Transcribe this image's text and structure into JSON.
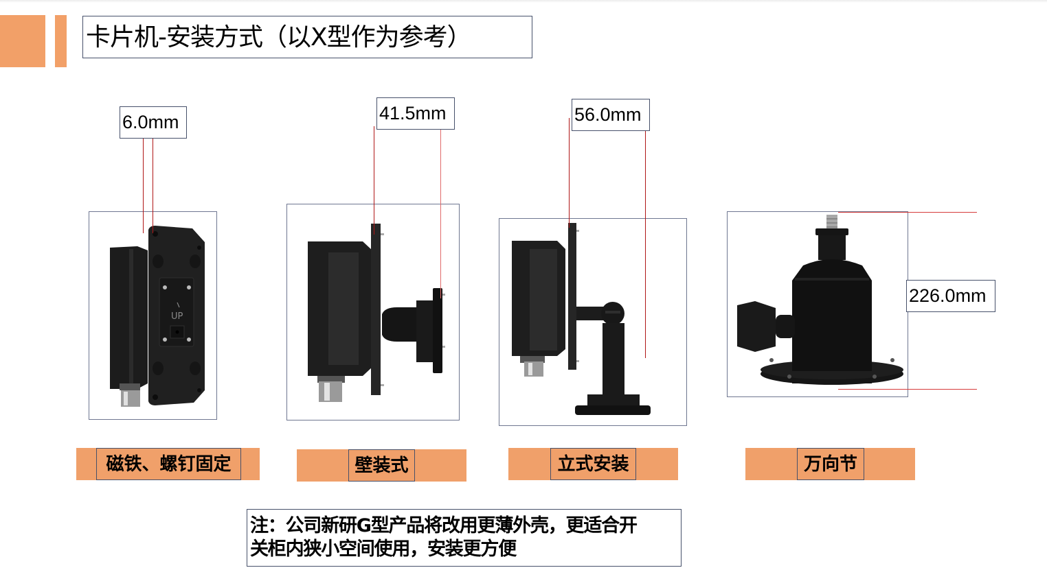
{
  "slide": {
    "title": "卡片机-安装方式（以X型作为参考）",
    "accent_color": "#f2a068",
    "dimension_line_color": "#b01515"
  },
  "panels": [
    {
      "id": "magnet-screw",
      "dimension": "6.0mm",
      "caption": "磁铁、螺钉固定",
      "device_marking": "UP",
      "image": "camera-rear-plate-view"
    },
    {
      "id": "wall-mount",
      "dimension": "41.5mm",
      "caption": "壁装式",
      "image": "camera-wall-mount-side-view"
    },
    {
      "id": "stand-mount",
      "dimension": "56.0mm",
      "caption": "立式安装",
      "image": "camera-stand-mount-side-view"
    },
    {
      "id": "universal-joint",
      "dimension": "226.0mm",
      "caption": "万向节",
      "image": "ball-head-universal-joint"
    }
  ],
  "note": {
    "line1": "注：公司新研G型产品将改用更薄外壳，更适合开",
    "line2": "关柜内狭小空间使用，安装更方便"
  }
}
